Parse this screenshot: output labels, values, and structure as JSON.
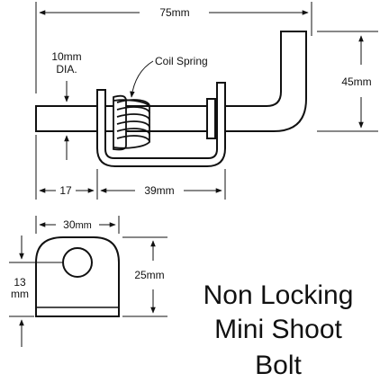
{
  "labels": {
    "overall_length": "75mm",
    "height": "45mm",
    "rod_dia_value": "10mm",
    "rod_dia_unit": "DIA.",
    "coil_spring": "Coil Spring",
    "rod_end": "17",
    "body_length": "39mm",
    "plate_width_value": "30",
    "plate_width_unit": "mm",
    "plate_height": "25mm",
    "hole_offset_value": "13",
    "hole_offset_unit": "mm"
  },
  "title_lines": [
    "Non Locking",
    "Mini Shoot",
    "Bolt"
  ],
  "colors": {
    "line": "#111111",
    "background": "#ffffff"
  }
}
